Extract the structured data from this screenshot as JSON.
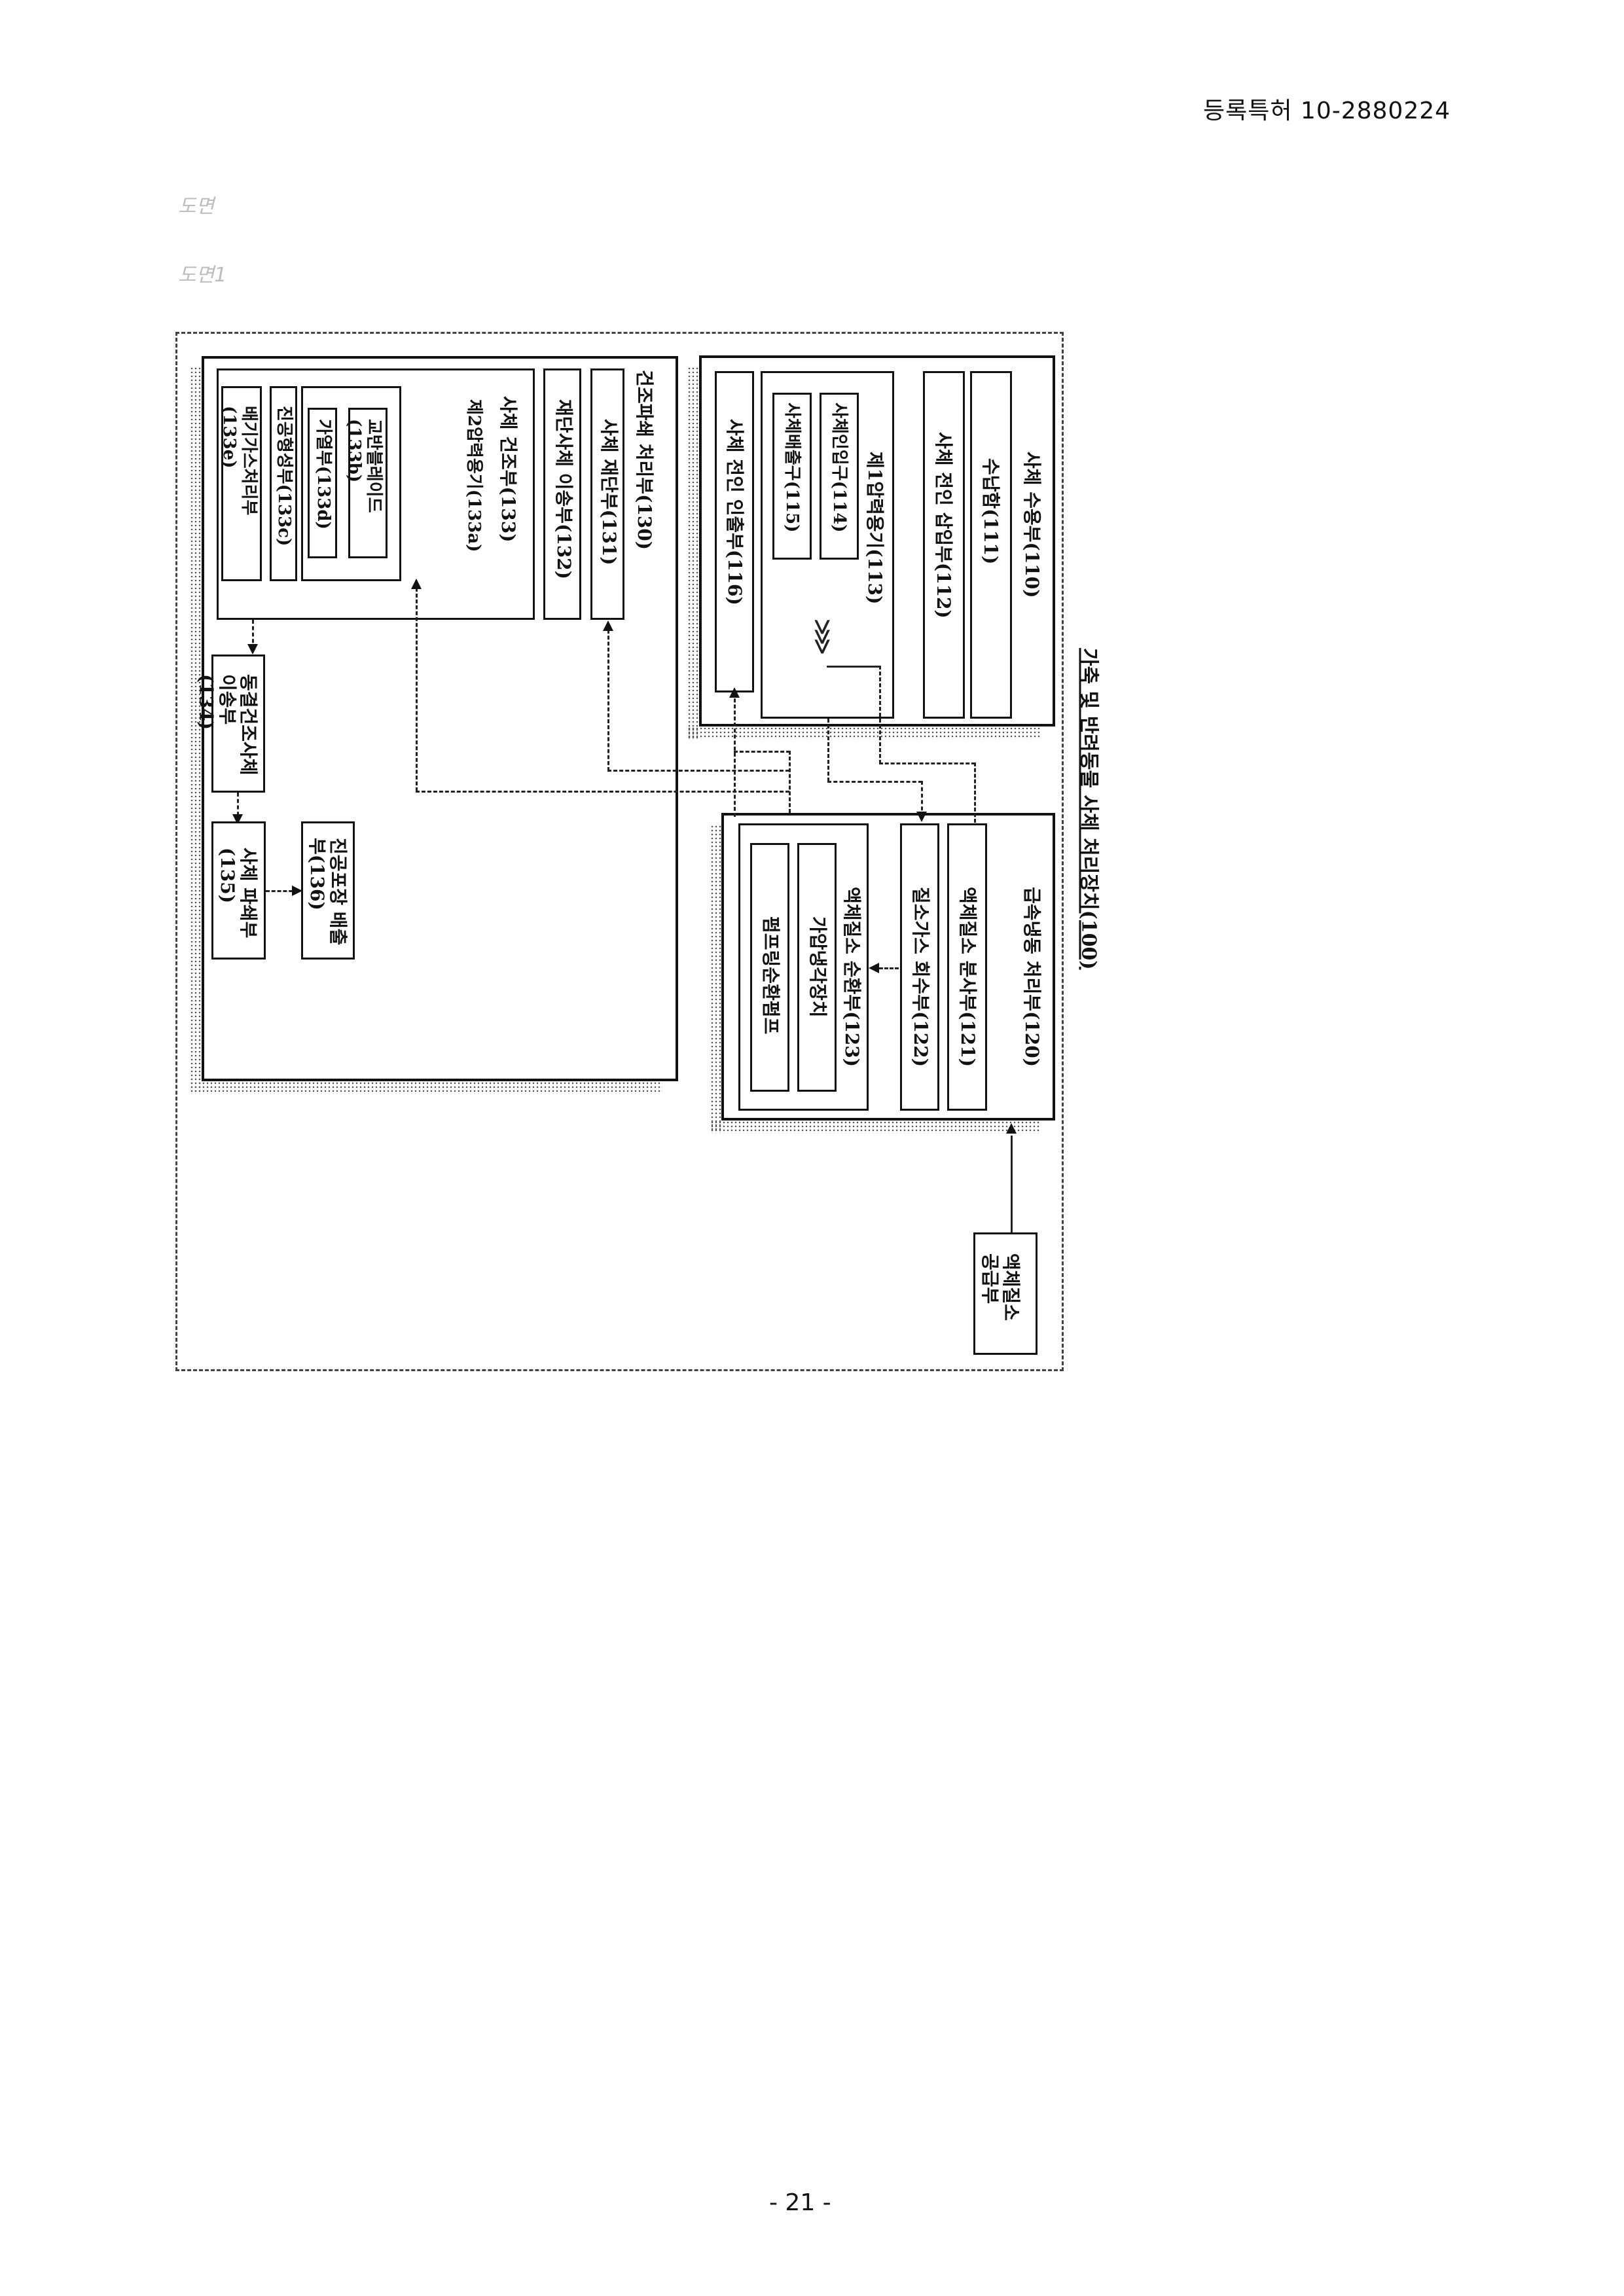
{
  "header": {
    "patent": "등록특허 10-2880224"
  },
  "labels": {
    "drawings": "도면",
    "figure1": "도면1"
  },
  "page_number": "- 21 -",
  "diagram": {
    "title": "가축 및 반려동물 사체 처리장치(100)",
    "group_110": {
      "label": "사체 수용부(110)",
      "items": {
        "b111": "수납함(111)",
        "b112": "사체 전인 삽입부(112)",
        "b113": "제1압력용기(113)",
        "b114": "사체인입구(114)",
        "b115": "사체배출구(115)",
        "b116": "사체 전인 인출부(116)"
      }
    },
    "group_120": {
      "label": "급속냉동 처리부(120)",
      "items": {
        "b121": "액체질소 분사부(121)",
        "b122": "질소가스 회수부(122)",
        "b123": "액체질소 순환부(123)",
        "b124": "가압냉각장치",
        "b125": "펌프링순환펌프"
      }
    },
    "supply": "액체질소 공급부",
    "group_130": {
      "label": "건조파쇄 처리부(130)",
      "items": {
        "b131": "사체 재단부(131)",
        "b132": "재단사체 이송부(132)",
        "b133": "사체 건조부(133)",
        "b133a": "제2압력용기(133a)",
        "b133b": "교반블레이드(133b)",
        "b133d": "가열부(133d)",
        "b133c": "진공형성부(133c)",
        "b133e": "배기가스처리부(133e)",
        "b134": "동결건조사체 이송부(134)",
        "b135": "사체 파쇄부(135)",
        "b136": "진공포장 배출부(136)"
      }
    }
  }
}
